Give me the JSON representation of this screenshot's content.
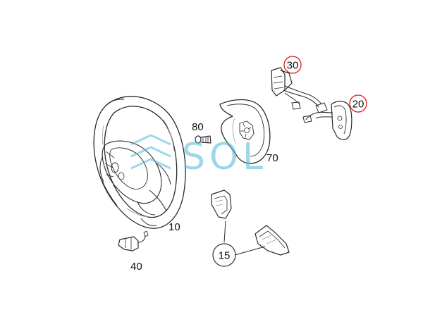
{
  "parts": [
    {
      "id": "10",
      "label": "10",
      "name": "steering-wheel",
      "circled": false
    },
    {
      "id": "15",
      "label": "15",
      "name": "paddle-shifters",
      "circled": true,
      "highlight": false
    },
    {
      "id": "20",
      "label": "20",
      "name": "switch-right",
      "circled": true,
      "highlight": true
    },
    {
      "id": "30",
      "label": "30",
      "name": "switch-left",
      "circled": true,
      "highlight": true
    },
    {
      "id": "40",
      "label": "40",
      "name": "connector-bracket",
      "circled": false
    },
    {
      "id": "70",
      "label": "70",
      "name": "trim-cover",
      "circled": false
    },
    {
      "id": "80",
      "label": "80",
      "name": "bolt",
      "circled": false
    }
  ],
  "watermark": {
    "text": "SOL",
    "color": "#4fb7d6"
  },
  "colors": {
    "line": "#2a2a2a",
    "highlight_circle": "#d62020",
    "plain_circle": "#333333",
    "shading": "#9a9a9a"
  }
}
